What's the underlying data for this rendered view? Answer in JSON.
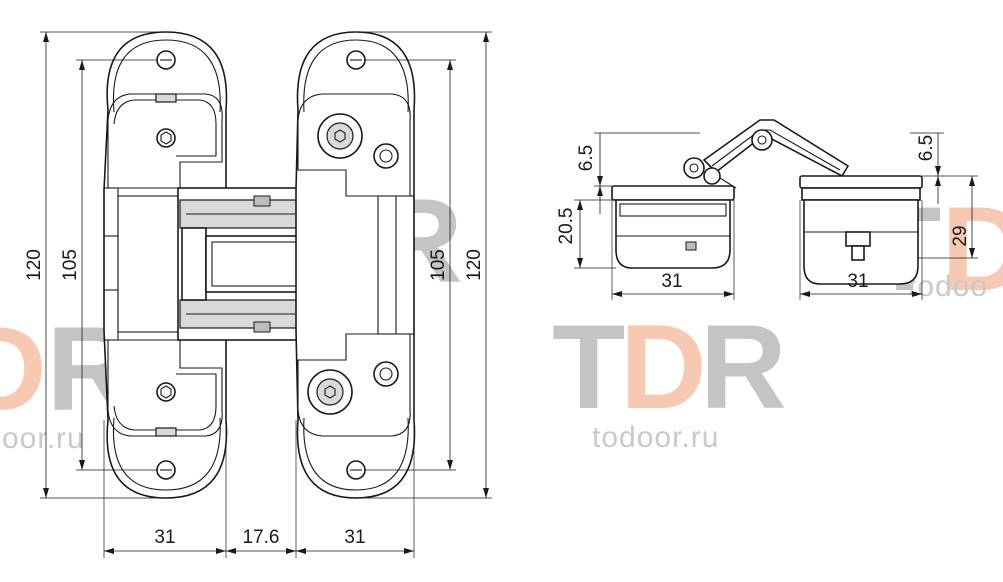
{
  "watermark": {
    "letter_t": "T",
    "letter_d": "D",
    "letter_r": "R",
    "site": "todoor.ru",
    "site_partial_left": "oor.ru",
    "site_partial_right": "todoo",
    "letters_partial_left": "DR",
    "letters_partial_right": "TD",
    "color_gray": "#c4c4c4",
    "color_accent": "#f5b89a"
  },
  "front_view": {
    "dims": {
      "height_outer_left": "120",
      "height_inner_left": "105",
      "height_inner_right": "105",
      "height_outer_right": "120",
      "width_left_leaf": "31",
      "width_center": "17.6",
      "width_right_leaf": "31"
    }
  },
  "side_view": {
    "dims": {
      "left_top_offset": "6.5",
      "left_depth": "20.5",
      "left_width": "31",
      "right_top_offset": "6.5",
      "right_depth": "29",
      "right_width": "31"
    }
  }
}
